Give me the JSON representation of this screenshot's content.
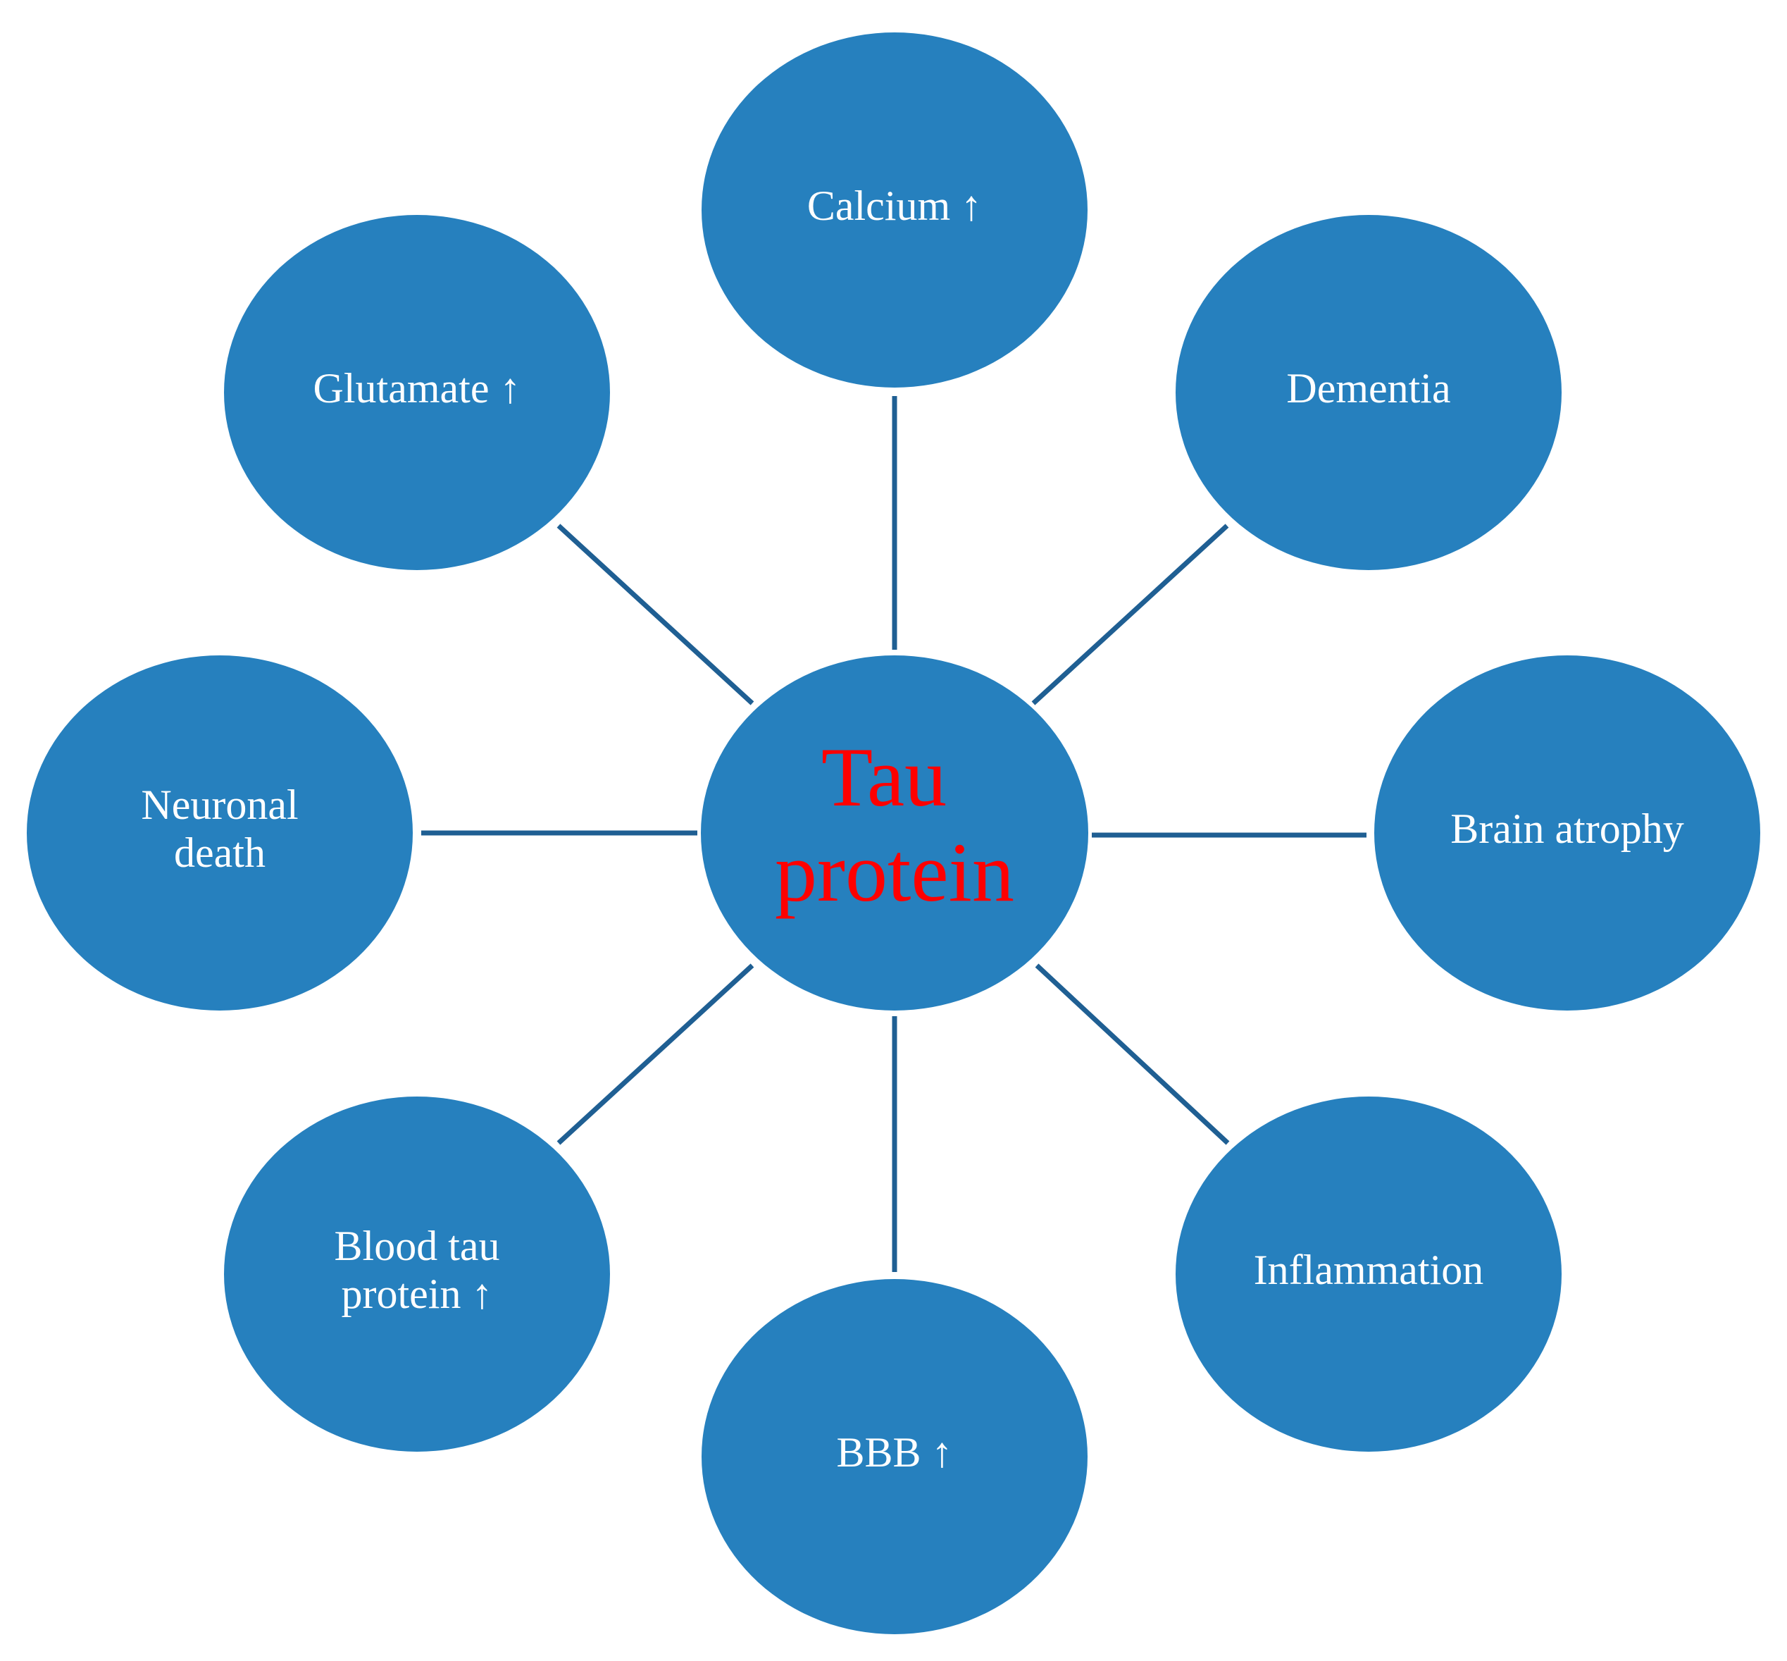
{
  "colors": {
    "node_fill": "#2680BE",
    "connector": "#1F5F93",
    "center_text": "#FF0000",
    "node_text": "#FFFFFF",
    "background": "#FFFFFF"
  },
  "center": {
    "lines": [
      "Tau",
      "protein"
    ]
  },
  "nodes": [
    {
      "id": "calcium",
      "lines": [
        "Calcium ↑"
      ]
    },
    {
      "id": "dementia",
      "lines": [
        "Dementia"
      ]
    },
    {
      "id": "brain-atrophy",
      "lines": [
        "Brain atrophy"
      ]
    },
    {
      "id": "inflammation",
      "lines": [
        "Inflammation"
      ]
    },
    {
      "id": "bbb",
      "lines": [
        "BBB ↑"
      ]
    },
    {
      "id": "blood-tau-protein",
      "lines": [
        "Blood tau",
        "protein ↑"
      ]
    },
    {
      "id": "neuronal-death",
      "lines": [
        "Neuronal",
        "death"
      ]
    },
    {
      "id": "glutamate",
      "lines": [
        "Glutamate ↑"
      ]
    }
  ]
}
